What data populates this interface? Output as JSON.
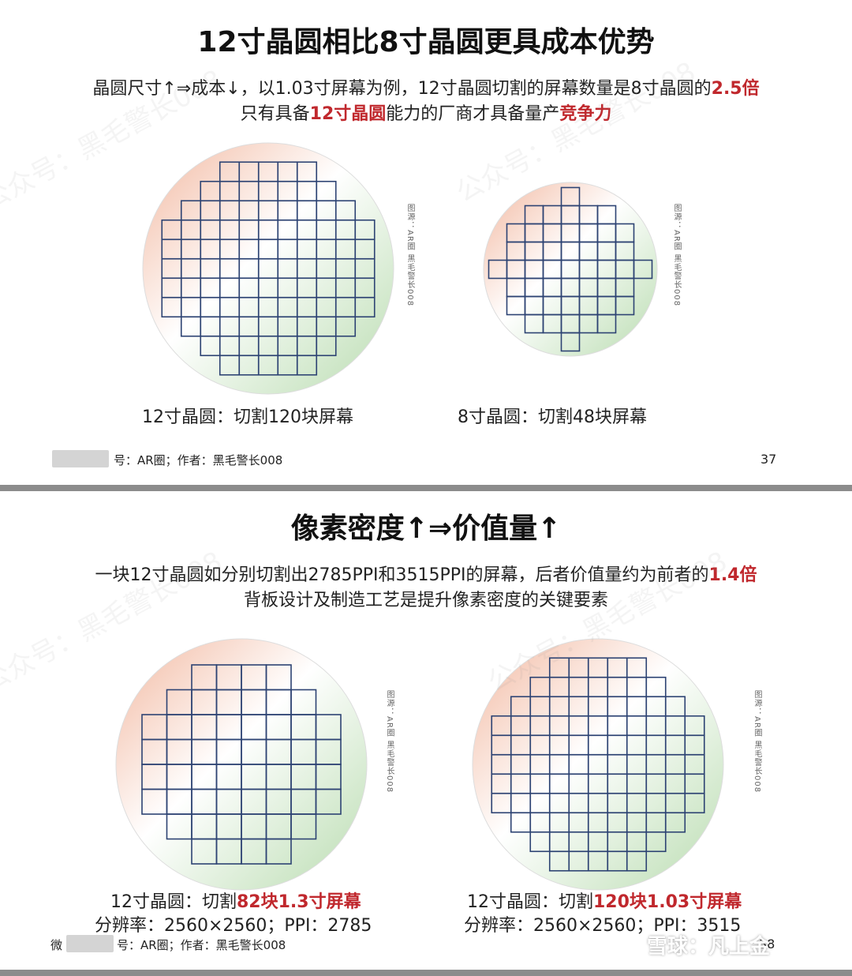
{
  "slide1": {
    "title": "12寸晶圆相比8寸晶圆更具成本优势",
    "line1": "晶圆尺寸↑⇒成本↓，以1.03寸屏幕为例，12寸晶圆切割的屏幕数量是8寸晶圆的",
    "line1_highlight": "2.5倍",
    "line2_pre": "只有具备",
    "line2_h1": "12寸晶圆",
    "line2_mid": "能力的厂商才具备量产",
    "line2_h2": "竞争力",
    "credit": "图源：AR圈 黑毛警长008",
    "caption_left": "12寸晶圆：切割120块屏幕",
    "caption_right": "8寸晶圆：切割48块屏幕",
    "footer": "号：AR圈；作者：黑毛警长008",
    "page": "37"
  },
  "slide2": {
    "title": "像素密度↑⇒价值量↑",
    "line1": "一块12寸晶圆如分别切割出2785PPI和3515PPI的屏幕，后者价值量约为前者的",
    "line1_highlight": "1.4倍",
    "line2": "背板设计及制造工艺是提升像素密度的关键要素",
    "credit": "图源：AR圈 黑毛警长008",
    "left_caption_pre": "12寸晶圆：切割",
    "left_caption_hl": "82块1.3寸屏幕",
    "left_spec": "分辨率：2560×2560；PPI：2785",
    "right_caption_pre": "12寸晶圆：切割",
    "right_caption_hl": "120块1.03寸屏幕",
    "right_spec": "分辨率：2560×2560；PPI：3515",
    "footer_pre": "微",
    "footer": "号：AR圈；作者：黑毛警长008",
    "page": "38"
  },
  "xueqiu": "雪球：凡上金",
  "watermark": "公众号：黑毛警长008",
  "colors": {
    "accent_red": "#c0282d",
    "grid": "#2d4373",
    "divider": "#8c8c8c"
  }
}
